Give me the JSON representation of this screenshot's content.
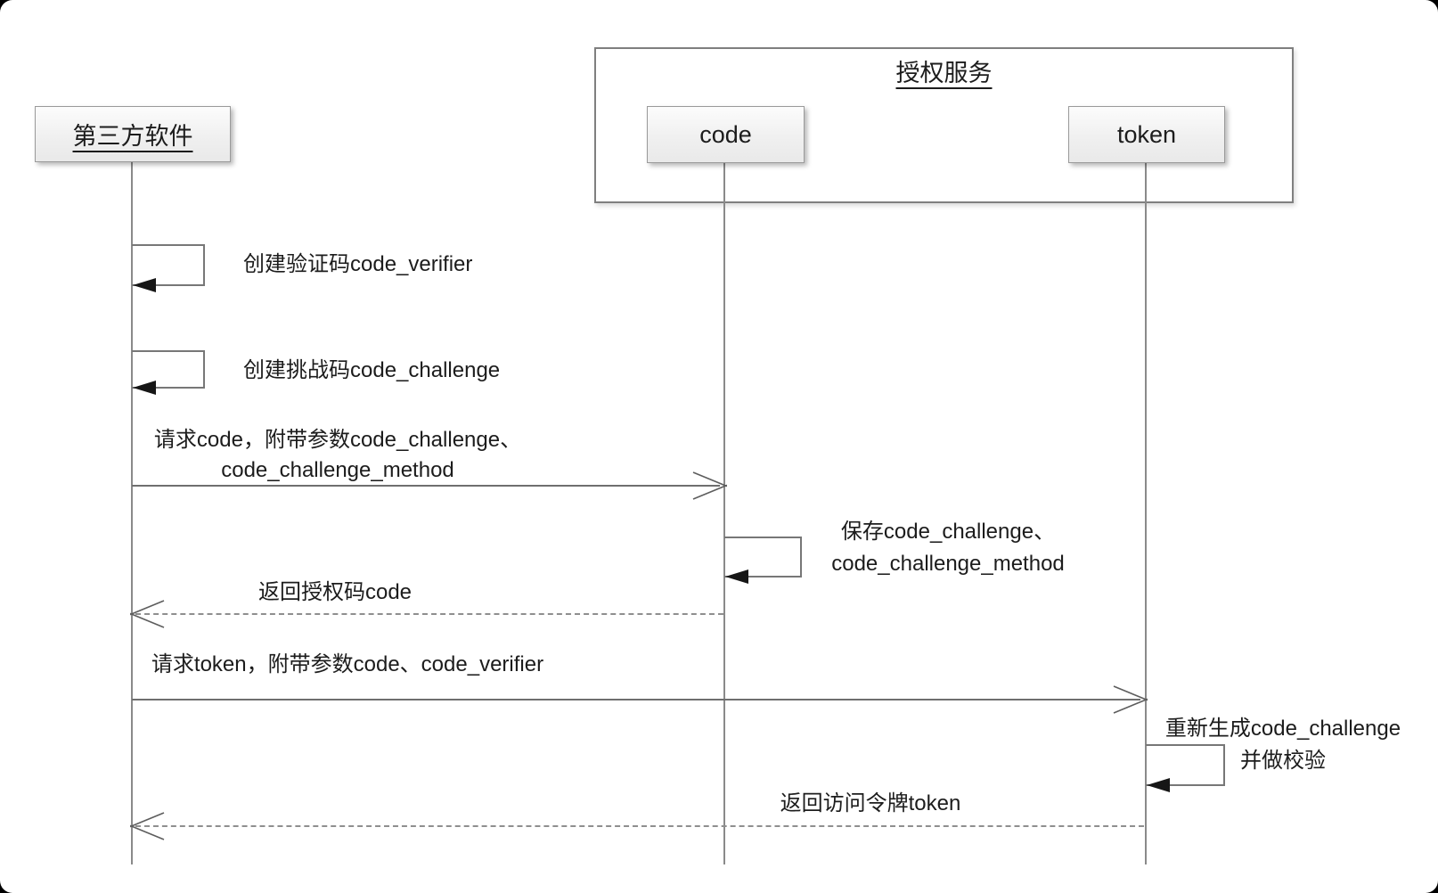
{
  "diagram": {
    "title": "授权服务",
    "actors": {
      "third_party": "第三方软件",
      "auth_service": "授权服务",
      "code": "code",
      "token": "token"
    },
    "messages": {
      "create_verifier": "创建验证码code_verifier",
      "create_challenge": "创建挑战码code_challenge",
      "request_code_line1": "请求code，附带参数code_challenge、",
      "request_code_line2": "code_challenge_method",
      "save_challenge_line1": "保存code_challenge、",
      "save_challenge_line2": "code_challenge_method",
      "return_code": "返回授权码code",
      "request_token": "请求token，附带参数code、code_verifier",
      "regenerate_line1": "重新生成code_challenge",
      "regenerate_line2": "并做校验",
      "return_token": "返回访问令牌token"
    },
    "colors": {
      "line": "#6f6f6f",
      "lifeline": "#8a8a8a",
      "filled_arrowhead": "#161616",
      "box_border": "#9a9a9a",
      "box_fill": "#efefef",
      "text": "#1c1c1c",
      "page_background": "#ffffff"
    }
  }
}
